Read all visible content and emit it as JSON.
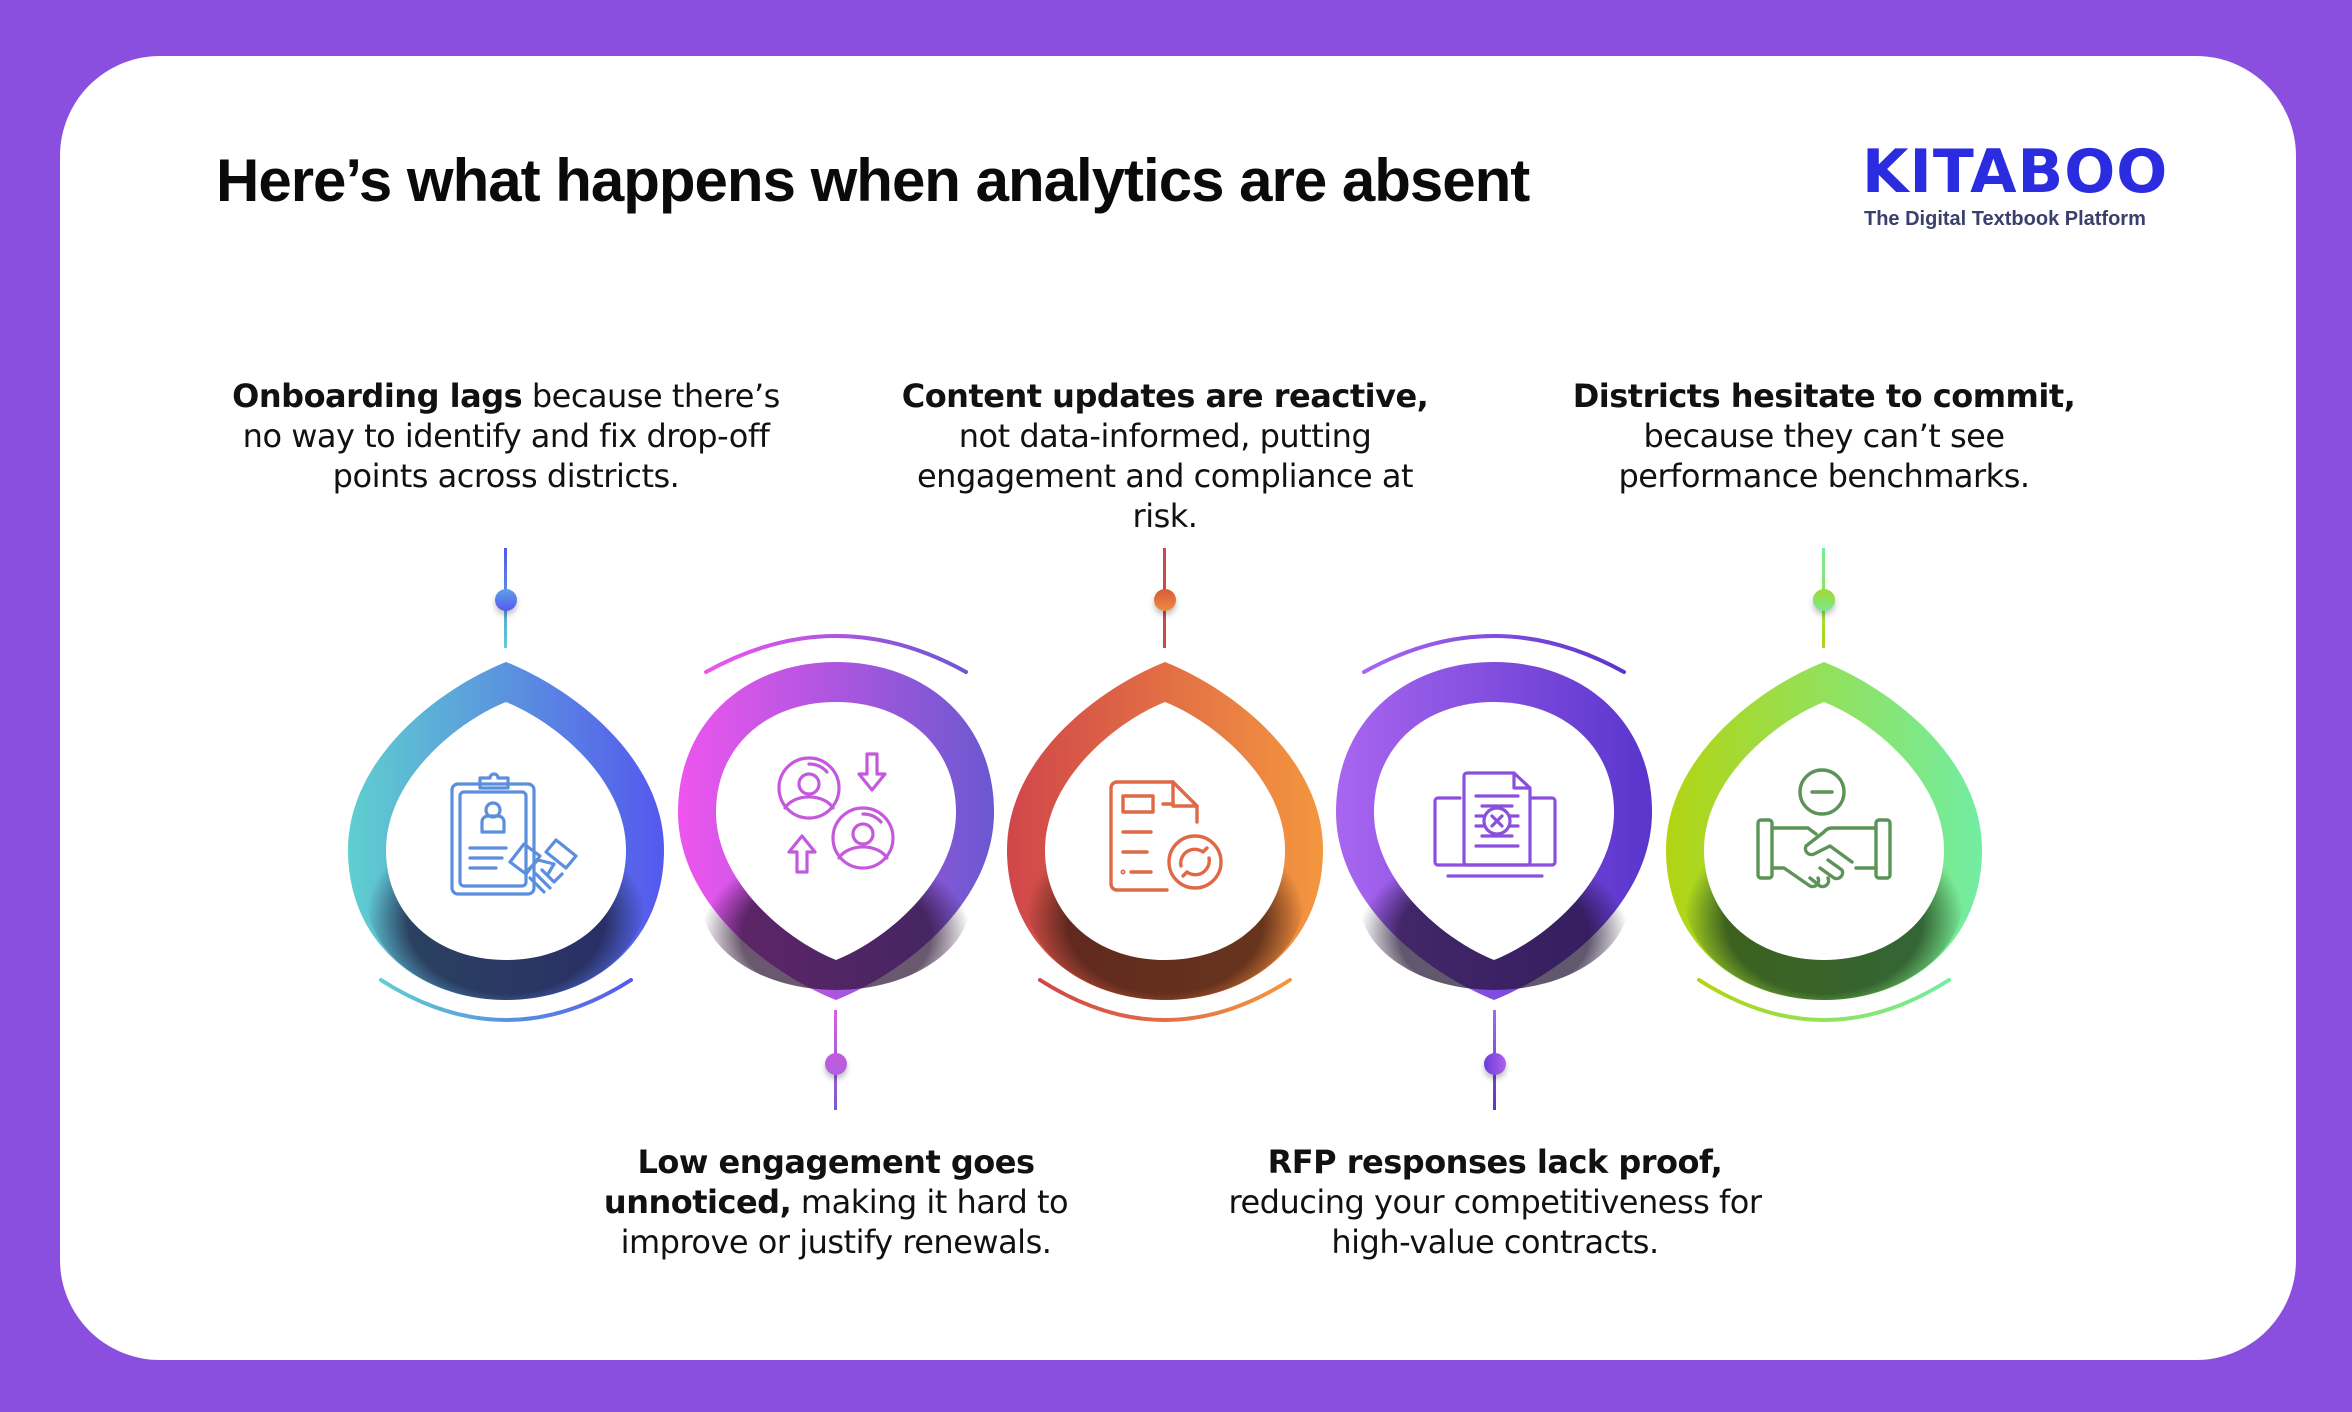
{
  "page": {
    "title": "Here’s what happens when analytics are absent",
    "background_color": "#8B4FE0"
  },
  "logo": {
    "wordmark": "KITABOO",
    "tagline": "The Digital Textbook Platform",
    "color": "#2B2BE0"
  },
  "steps": [
    {
      "position": "top",
      "bold": "Onboarding lags",
      "text": " because there’s no way to identify and fix drop-off points across districts.",
      "icon": "clipboard-handshake-icon",
      "colors": [
        "#5FCFCF",
        "#5558EE"
      ]
    },
    {
      "position": "bottom",
      "bold": "Low engagement goes unnoticed,",
      "text": " making it hard to improve or justify renewals.",
      "icon": "user-exchange-icon",
      "colors": [
        "#EE55EE",
        "#6A58D0"
      ]
    },
    {
      "position": "top",
      "bold": "Content updates are reactive,",
      "text": " not data-informed, putting engagement and compliance at risk.",
      "icon": "document-refresh-icon",
      "colors": [
        "#D0464A",
        "#F4973F"
      ]
    },
    {
      "position": "bottom",
      "bold": "RFP responses lack proof,",
      "text": " reducing your competitiveness for high-value contracts.",
      "icon": "rejected-document-screen-icon",
      "colors": [
        "#A966F0",
        "#5935CC"
      ]
    },
    {
      "position": "top",
      "bold": "Districts hesitate to commit,",
      "text": " because they can’t see performance benchmarks.",
      "icon": "handshake-minus-icon",
      "colors": [
        "#B3D412",
        "#72EDA3"
      ]
    }
  ]
}
